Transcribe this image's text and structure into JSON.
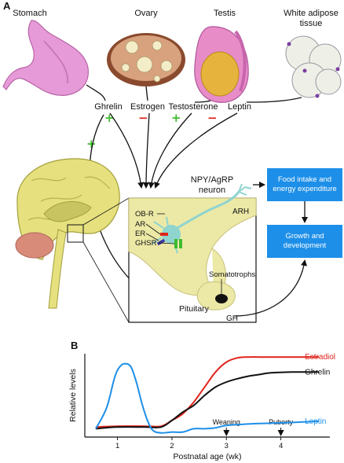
{
  "panel_a": {
    "letter": "A",
    "organs": {
      "stomach": "Stomach",
      "ovary": "Ovary",
      "testis": "Testis",
      "adipose_line1": "White adipose",
      "adipose_line2": "tissue"
    },
    "hormones": {
      "ghrelin": "Ghrelin",
      "estrogen": "Estrogen",
      "testosterone": "Testosterone",
      "leptin": "Leptin"
    },
    "effects": {
      "ghrelin": "+",
      "estrogen": "−",
      "testosterone": "+",
      "leptin": "−",
      "ghrelin_gh": "+"
    },
    "neuron_line1": "NPY/AgRP",
    "neuron_line2": "neuron",
    "region": "ARH",
    "receptors": [
      "OB-R",
      "AR",
      "ER",
      "GHSR"
    ],
    "somatotrophs": "Somatotrophs",
    "pituitary": "Pituitary",
    "gh": "GH",
    "box_food_line1": "Food intake and",
    "box_food_line2": "energy expenditure",
    "box_growth_line1": "Growth and",
    "box_growth_line2": "development",
    "colors": {
      "plus": "#3dbb2f",
      "minus": "#e0231b",
      "box": "#1e8fe8",
      "tissue": "#ece9a6"
    }
  },
  "panel_b": {
    "letter": "B",
    "chart_data": {
      "type": "line",
      "title": "",
      "xlabel": "Postnatal age (wk)",
      "ylabel": "Relative levels",
      "xlim": [
        0.4,
        4.9
      ],
      "ylim": [
        0,
        1
      ],
      "xticks": [
        1,
        2,
        3,
        4
      ],
      "annotations": [
        {
          "text": "Weaning",
          "x": 3
        },
        {
          "text": "Puberty",
          "x": 4
        }
      ],
      "series": [
        {
          "name": "Estradiol",
          "color": "#e0231b",
          "x": [
            0.6,
            1.0,
            1.5,
            1.8,
            2.0,
            2.2,
            2.4,
            2.6,
            2.8,
            3.0,
            3.2,
            3.4,
            3.6,
            3.8,
            4.2,
            4.7
          ],
          "y": [
            0.12,
            0.13,
            0.13,
            0.13,
            0.2,
            0.28,
            0.42,
            0.6,
            0.78,
            0.9,
            0.95,
            0.96,
            0.96,
            0.96,
            0.96,
            0.96
          ]
        },
        {
          "name": "Ghrelin",
          "color": "#111111",
          "x": [
            0.6,
            1.0,
            1.5,
            1.8,
            2.0,
            2.2,
            2.4,
            2.6,
            2.8,
            3.0,
            3.2,
            3.4,
            3.6,
            3.8,
            4.2,
            4.7
          ],
          "y": [
            0.1,
            0.12,
            0.12,
            0.12,
            0.2,
            0.3,
            0.38,
            0.5,
            0.6,
            0.66,
            0.7,
            0.73,
            0.75,
            0.77,
            0.78,
            0.78
          ]
        },
        {
          "name": "Leptin",
          "color": "#1e8fe8",
          "x": [
            0.6,
            0.8,
            0.95,
            1.05,
            1.15,
            1.25,
            1.35,
            1.45,
            1.55,
            1.65,
            1.8,
            2.0,
            2.2,
            2.4,
            2.6,
            2.8,
            3.0,
            3.5,
            4.0,
            4.7
          ],
          "y": [
            0.1,
            0.35,
            0.72,
            0.85,
            0.88,
            0.84,
            0.65,
            0.4,
            0.2,
            0.08,
            0.05,
            0.06,
            0.06,
            0.1,
            0.1,
            0.11,
            0.14,
            0.16,
            0.17,
            0.19
          ]
        }
      ]
    }
  }
}
